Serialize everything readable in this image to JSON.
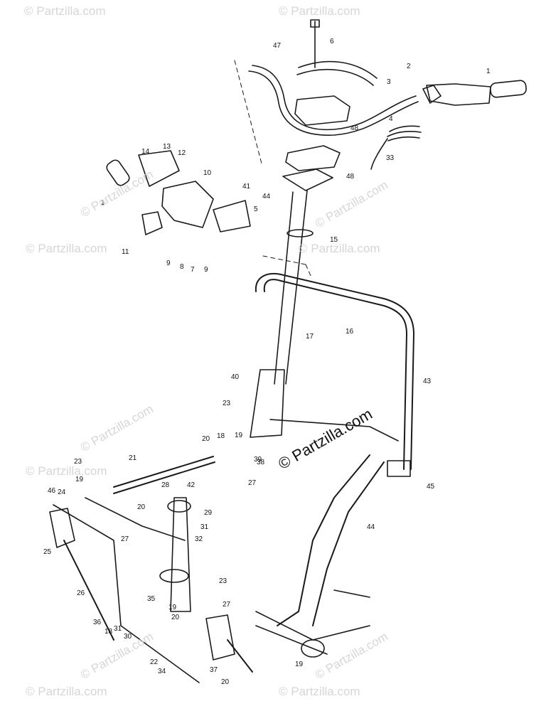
{
  "watermark": {
    "text": "© Partzilla.com",
    "center_text": "© Partzilla.com"
  },
  "callouts": [
    "1",
    "1",
    "2",
    "3",
    "4",
    "5",
    "6",
    "7",
    "8",
    "9",
    "9",
    "10",
    "11",
    "12",
    "13",
    "14",
    "15",
    "16",
    "17",
    "18",
    "18",
    "19",
    "19",
    "19",
    "19",
    "20",
    "20",
    "20",
    "20",
    "21",
    "22",
    "23",
    "23",
    "23",
    "24",
    "25",
    "26",
    "27",
    "27",
    "27",
    "28",
    "29",
    "30",
    "31",
    "31",
    "32",
    "33",
    "34",
    "35",
    "36",
    "37",
    "38",
    "39",
    "40",
    "41",
    "42",
    "43",
    "44",
    "44",
    "45",
    "46",
    "47",
    "48",
    "48"
  ],
  "colors": {
    "line": "#1a1a1a",
    "watermark": "#d6d6d6"
  }
}
